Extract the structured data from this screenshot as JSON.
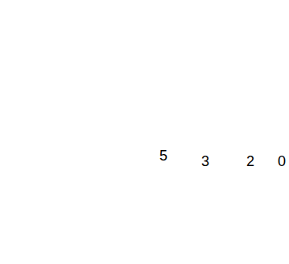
{
  "diagram": {
    "nodes": [
      {
        "text": [
          "2"
        ]
      },
      {
        "text": [
          "3"
        ],
        "in": 0
      },
      {
        "text": [
          "5"
        ],
        "in": 1
      }
    ],
    "labels": [
      "0"
    ]
  }
}
